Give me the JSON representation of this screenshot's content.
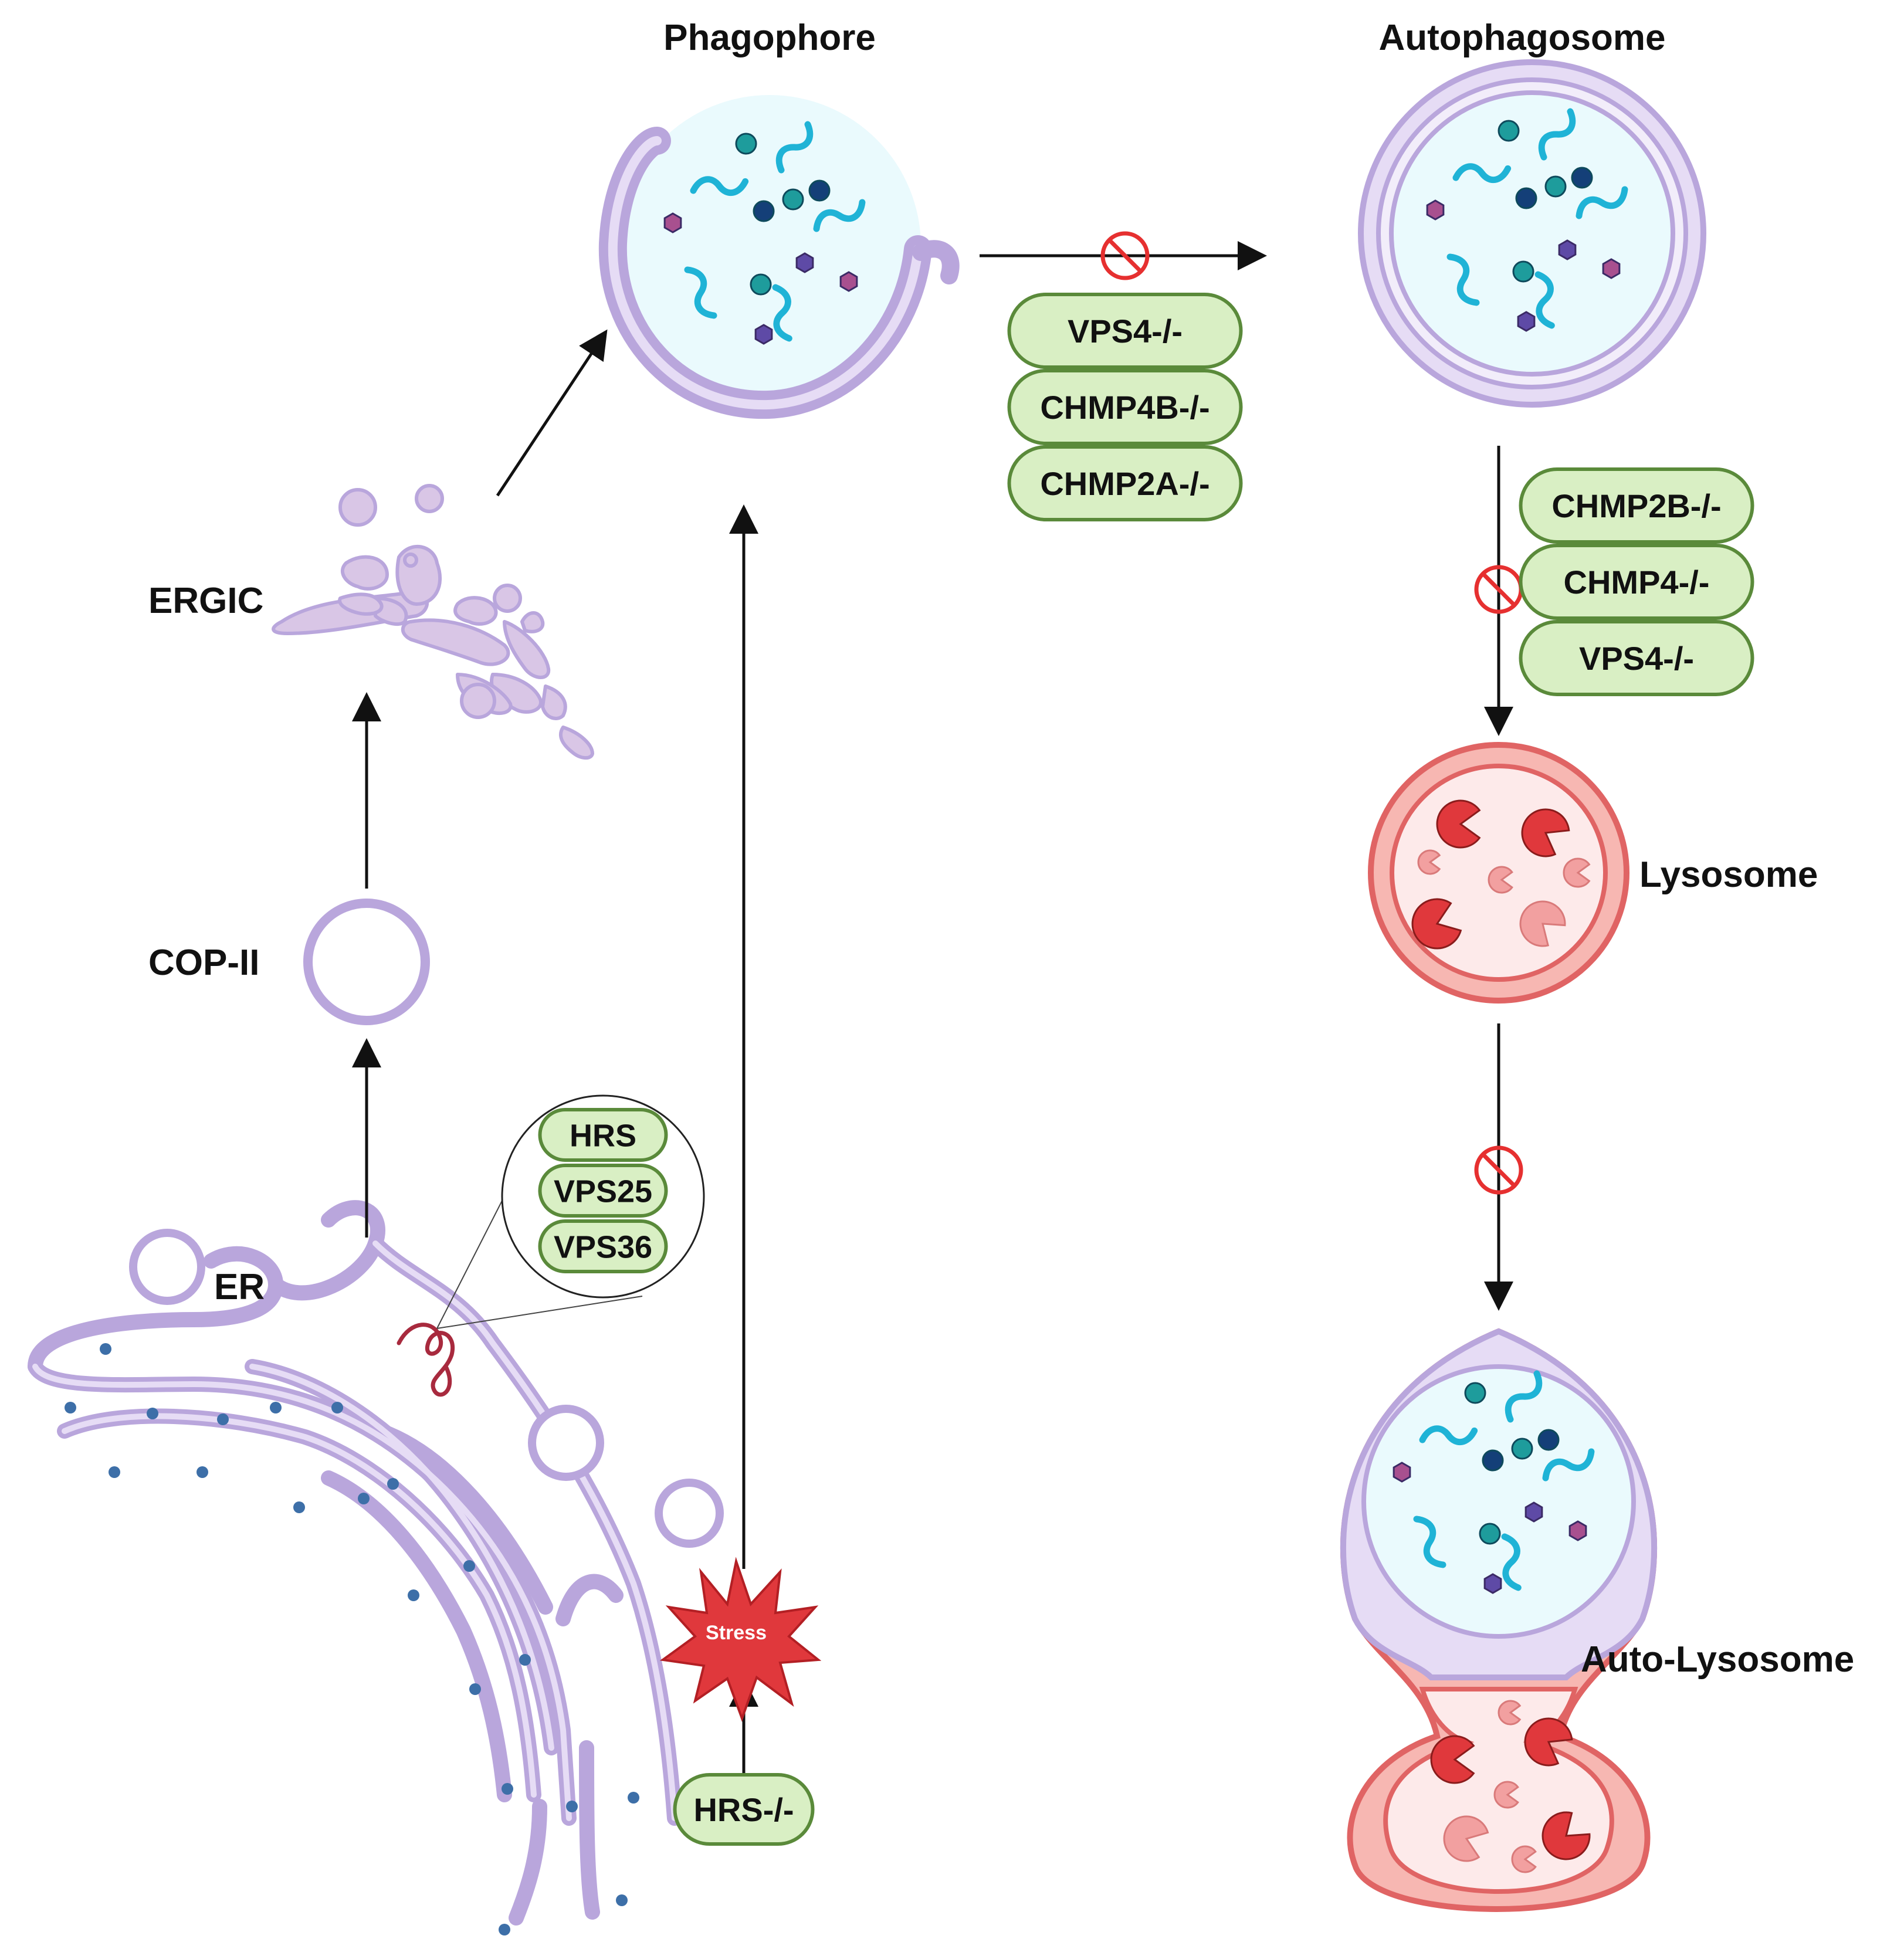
{
  "labels": {
    "phagophore": "Phagophore",
    "autophagosome": "Autophagosome",
    "ergic": "ERGIC",
    "cop2": "COP-II",
    "er": "ER",
    "lysosome": "Lysosome",
    "auto_lysosome": "Auto-Lysosome",
    "stress": "Stress"
  },
  "pills": {
    "phagophore_to_autophagosome": [
      "VPS4-/-",
      "CHMP4B-/-",
      "CHMP2A-/-"
    ],
    "autophagosome_to_lysosome": [
      "CHMP2B-/-",
      "CHMP4-/-",
      "VPS4-/-"
    ],
    "er_zoom": [
      "HRS",
      "VPS25",
      "VPS36"
    ],
    "stress_trigger": "HRS-/-"
  },
  "colors": {
    "membrane": "#b9a6dc",
    "membrane_inner": "#e6dcf5",
    "lumen": "#eafafd",
    "lysosome_outer": "#e06464",
    "lysosome_fill": "#f7b7b2",
    "lysosome_lumen": "#fdeaea",
    "pill_fill": "#d9efc4",
    "pill_stroke": "#5a8a3a",
    "inhibit": "#e63030",
    "stress": "#e0383c",
    "arrow": "#111111"
  },
  "icons": [
    "inhibit-icon",
    "cargo-strand-icon",
    "cargo-dot-icon",
    "cargo-hexagon-icon",
    "enzyme-pacman-icon",
    "stress-burst-icon"
  ]
}
